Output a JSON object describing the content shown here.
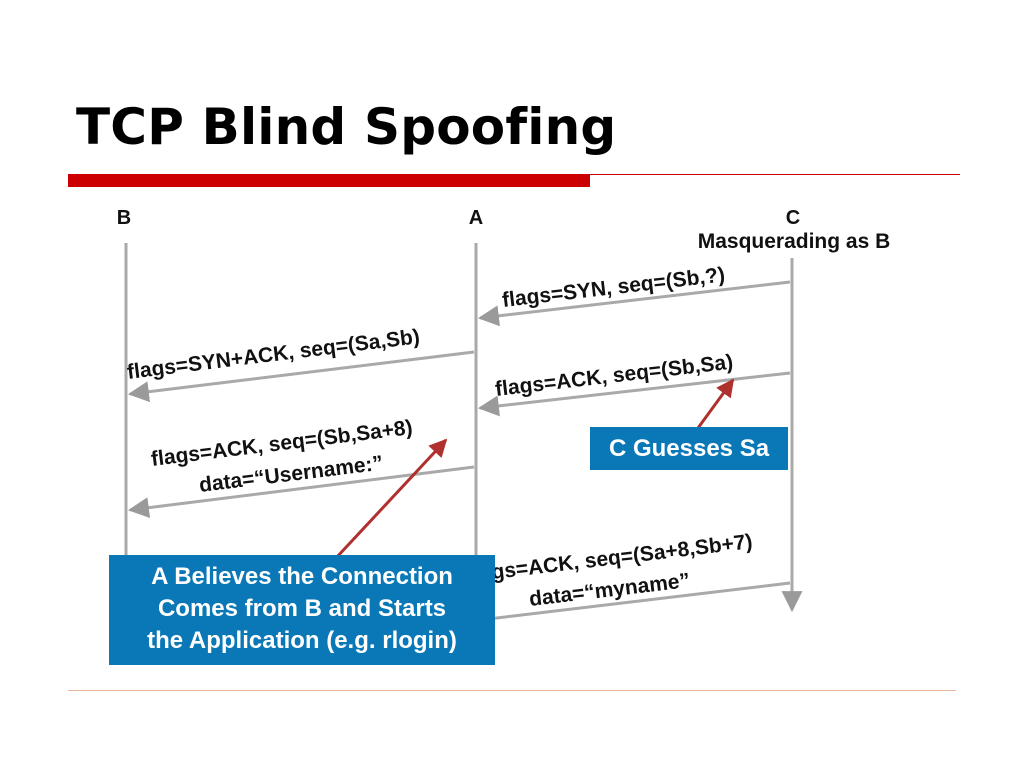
{
  "title": "TCP Blind Spoofing",
  "hosts": {
    "b": "B",
    "a": "A",
    "c": "C",
    "c_subtitle": "Masquerading as B"
  },
  "messages": {
    "syn": "flags=SYN, seq=(Sb,?)",
    "synack": "flags=SYN+ACK, seq=(Sa,Sb)",
    "ack": "flags=ACK, seq=(Sb,Sa)",
    "data_line1": "flags=ACK, seq=(Sb,Sa+8)",
    "data_line2": "data=“Username:”",
    "spoof_line1": "flags=ACK, seq=(Sa+8,Sb+7)",
    "spoof_line2": "data=“myname”"
  },
  "callouts": {
    "c_guess": "C Guesses Sa",
    "a_believes": [
      "A Believes the Connection",
      "Comes from B and Starts",
      "the Application (e.g. rlogin)"
    ]
  },
  "colors": {
    "title_rule": "#cc0000",
    "callout_bg": "#0a78b7",
    "arrow_pointer": "#b0302e",
    "lifeline": "#a9a9a9"
  }
}
